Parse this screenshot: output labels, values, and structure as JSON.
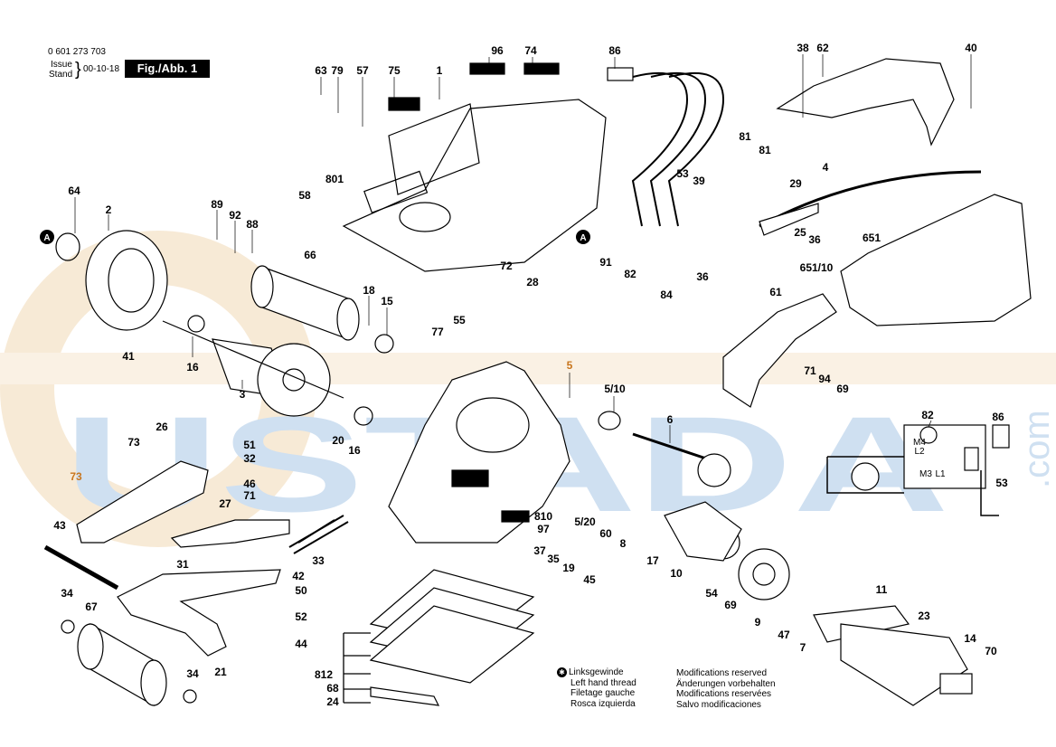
{
  "header": {
    "doc_number": "0 601 273 703",
    "issue_label": "Issue",
    "stand_label": "Stand",
    "issue_date": "00-10-18",
    "figure_label": "Fig./Abb. 1"
  },
  "legend": {
    "thread_lines": [
      "Linksgewinde",
      "Left hand thread",
      "Filetage gauche",
      "Rosca izquierda"
    ],
    "modification_lines": [
      "Modifications reserved",
      "Änderungen vorbehalten",
      "Modifications reservées",
      "Salvo modificaciones"
    ]
  },
  "watermark": {
    "text": "USTADA",
    "suffix": ".com"
  },
  "connector_mark": "A",
  "part_labels": [
    "96",
    "74",
    "86",
    "38",
    "62",
    "40",
    "63",
    "79",
    "57",
    "75",
    "1",
    "81",
    "81",
    "58",
    "801",
    "53",
    "39",
    "29",
    "4",
    "64",
    "2",
    "89",
    "92",
    "88",
    "66",
    "91",
    "72",
    "28",
    "82",
    "84",
    "36",
    "25",
    "36",
    "651",
    "651/10",
    "18",
    "15",
    "77",
    "55",
    "61",
    "41",
    "16",
    "3",
    "5",
    "71",
    "94",
    "69",
    "5/10",
    "6",
    "82",
    "86",
    "26",
    "73",
    "51",
    "32",
    "20",
    "16",
    "46",
    "71",
    "27",
    "73",
    "810",
    "97",
    "5/20",
    "60",
    "8",
    "17",
    "M4",
    "L2",
    "M3",
    "L1",
    "53",
    "43",
    "33",
    "31",
    "37",
    "35",
    "19",
    "45",
    "42",
    "50",
    "10",
    "54",
    "69",
    "9",
    "34",
    "67",
    "52",
    "44",
    "47",
    "7",
    "11",
    "23",
    "14",
    "70",
    "34",
    "21",
    "812",
    "68",
    "24"
  ],
  "colors": {
    "watermark_blue": "#a9c7e6",
    "watermark_orange": "#f2d9b5"
  }
}
